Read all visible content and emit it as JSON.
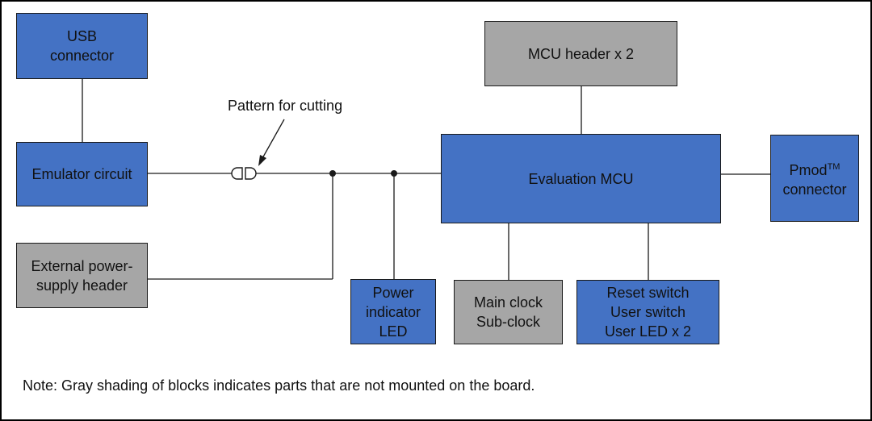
{
  "diagram": {
    "colors": {
      "mounted": "#4472c4",
      "not_mounted": "#a6a6a6",
      "line": "#1a1a1a"
    },
    "blocks": {
      "usb": {
        "label": "USB\nconnector"
      },
      "emulator": {
        "label": "Emulator circuit"
      },
      "external_power": {
        "label": "External power-\nsupply header"
      },
      "power_led": {
        "label": "Power\nindicator\nLED"
      },
      "main_clock": {
        "label": "Main clock\nSub-clock"
      },
      "reset_switch": {
        "label": "Reset switch\nUser switch\nUser LED x 2"
      },
      "mcu_header": {
        "label": "MCU header x 2"
      },
      "evaluation_mcu": {
        "label": "Evaluation MCU"
      },
      "pmod": {
        "label_main": "Pmod",
        "label_super": "TM",
        "label_line2": "connector"
      }
    },
    "annotations": {
      "cut_pattern": "Pattern for cutting"
    },
    "note": "Note: Gray shading of blocks indicates parts that are not mounted on the board."
  }
}
